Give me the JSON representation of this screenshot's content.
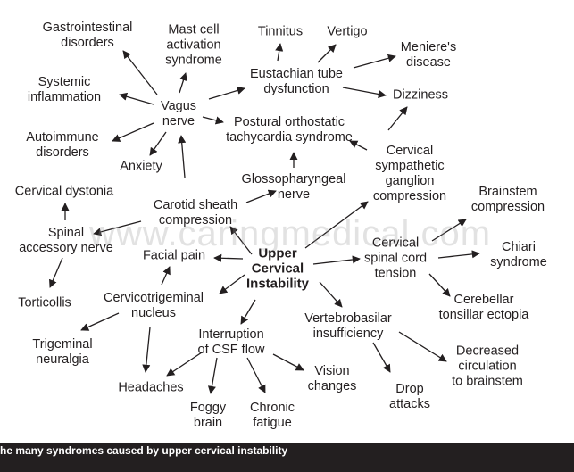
{
  "diagram": {
    "watermark": "www.caringmedical.com",
    "center": "Upper\nCervical\nInstability",
    "nodes": {
      "gastrointestinal": "Gastrointestinal\ndisorders",
      "mast_cell": "Mast cell\nactivation\nsyndrome",
      "tinnitus": "Tinnitus",
      "vertigo": "Vertigo",
      "menieres": "Meniere's\ndisease",
      "systemic_inflammation": "Systemic\ninflammation",
      "eustachian": "Eustachian tube\ndysfunction",
      "dizziness": "Dizziness",
      "vagus": "Vagus\nnerve",
      "pots": "Postural orthostatic\ntachycardia syndrome",
      "autoimmune": "Autoimmune\ndisorders",
      "anxiety": "Anxiety",
      "cervical_sympathetic": "Cervical\nsympathetic\nganglion\ncompression",
      "glossopharyngeal": "Glossopharyngeal\nnerve",
      "cervical_dystonia": "Cervical dystonia",
      "carotid": "Carotid sheath\ncompression",
      "brainstem_compression": "Brainstem\ncompression",
      "spinal_accessory": "Spinal\naccessory nerve",
      "facial_pain": "Facial pain",
      "cervical_spinal_cord": "Cervical\nspinal cord\ntension",
      "chiari": "Chiari\nsyndrome",
      "torticollis": "Torticollis",
      "cervicotrigeminal": "Cervicotrigeminal\nnucleus",
      "cerebellar": "Cerebellar\ntonsillar ectopia",
      "vertebrobasilar": "Vertebrobasilar\ninsufficiency",
      "trigeminal": "Trigeminal\nneuralgia",
      "csf": "Interruption\nof CSF flow",
      "decreased_circulation": "Decreased\ncirculation\nto brainstem",
      "vision": "Vision\nchanges",
      "headaches": "Headaches",
      "drop_attacks": "Drop\nattacks",
      "foggy_brain": "Foggy\nbrain",
      "chronic_fatigue": "Chronic\nfatigue"
    }
  },
  "caption": "he many syndromes caused by upper cervical instability",
  "colors": {
    "text": "#231f20",
    "caption_bg": "#231f20",
    "caption_text": "#ffffff"
  }
}
